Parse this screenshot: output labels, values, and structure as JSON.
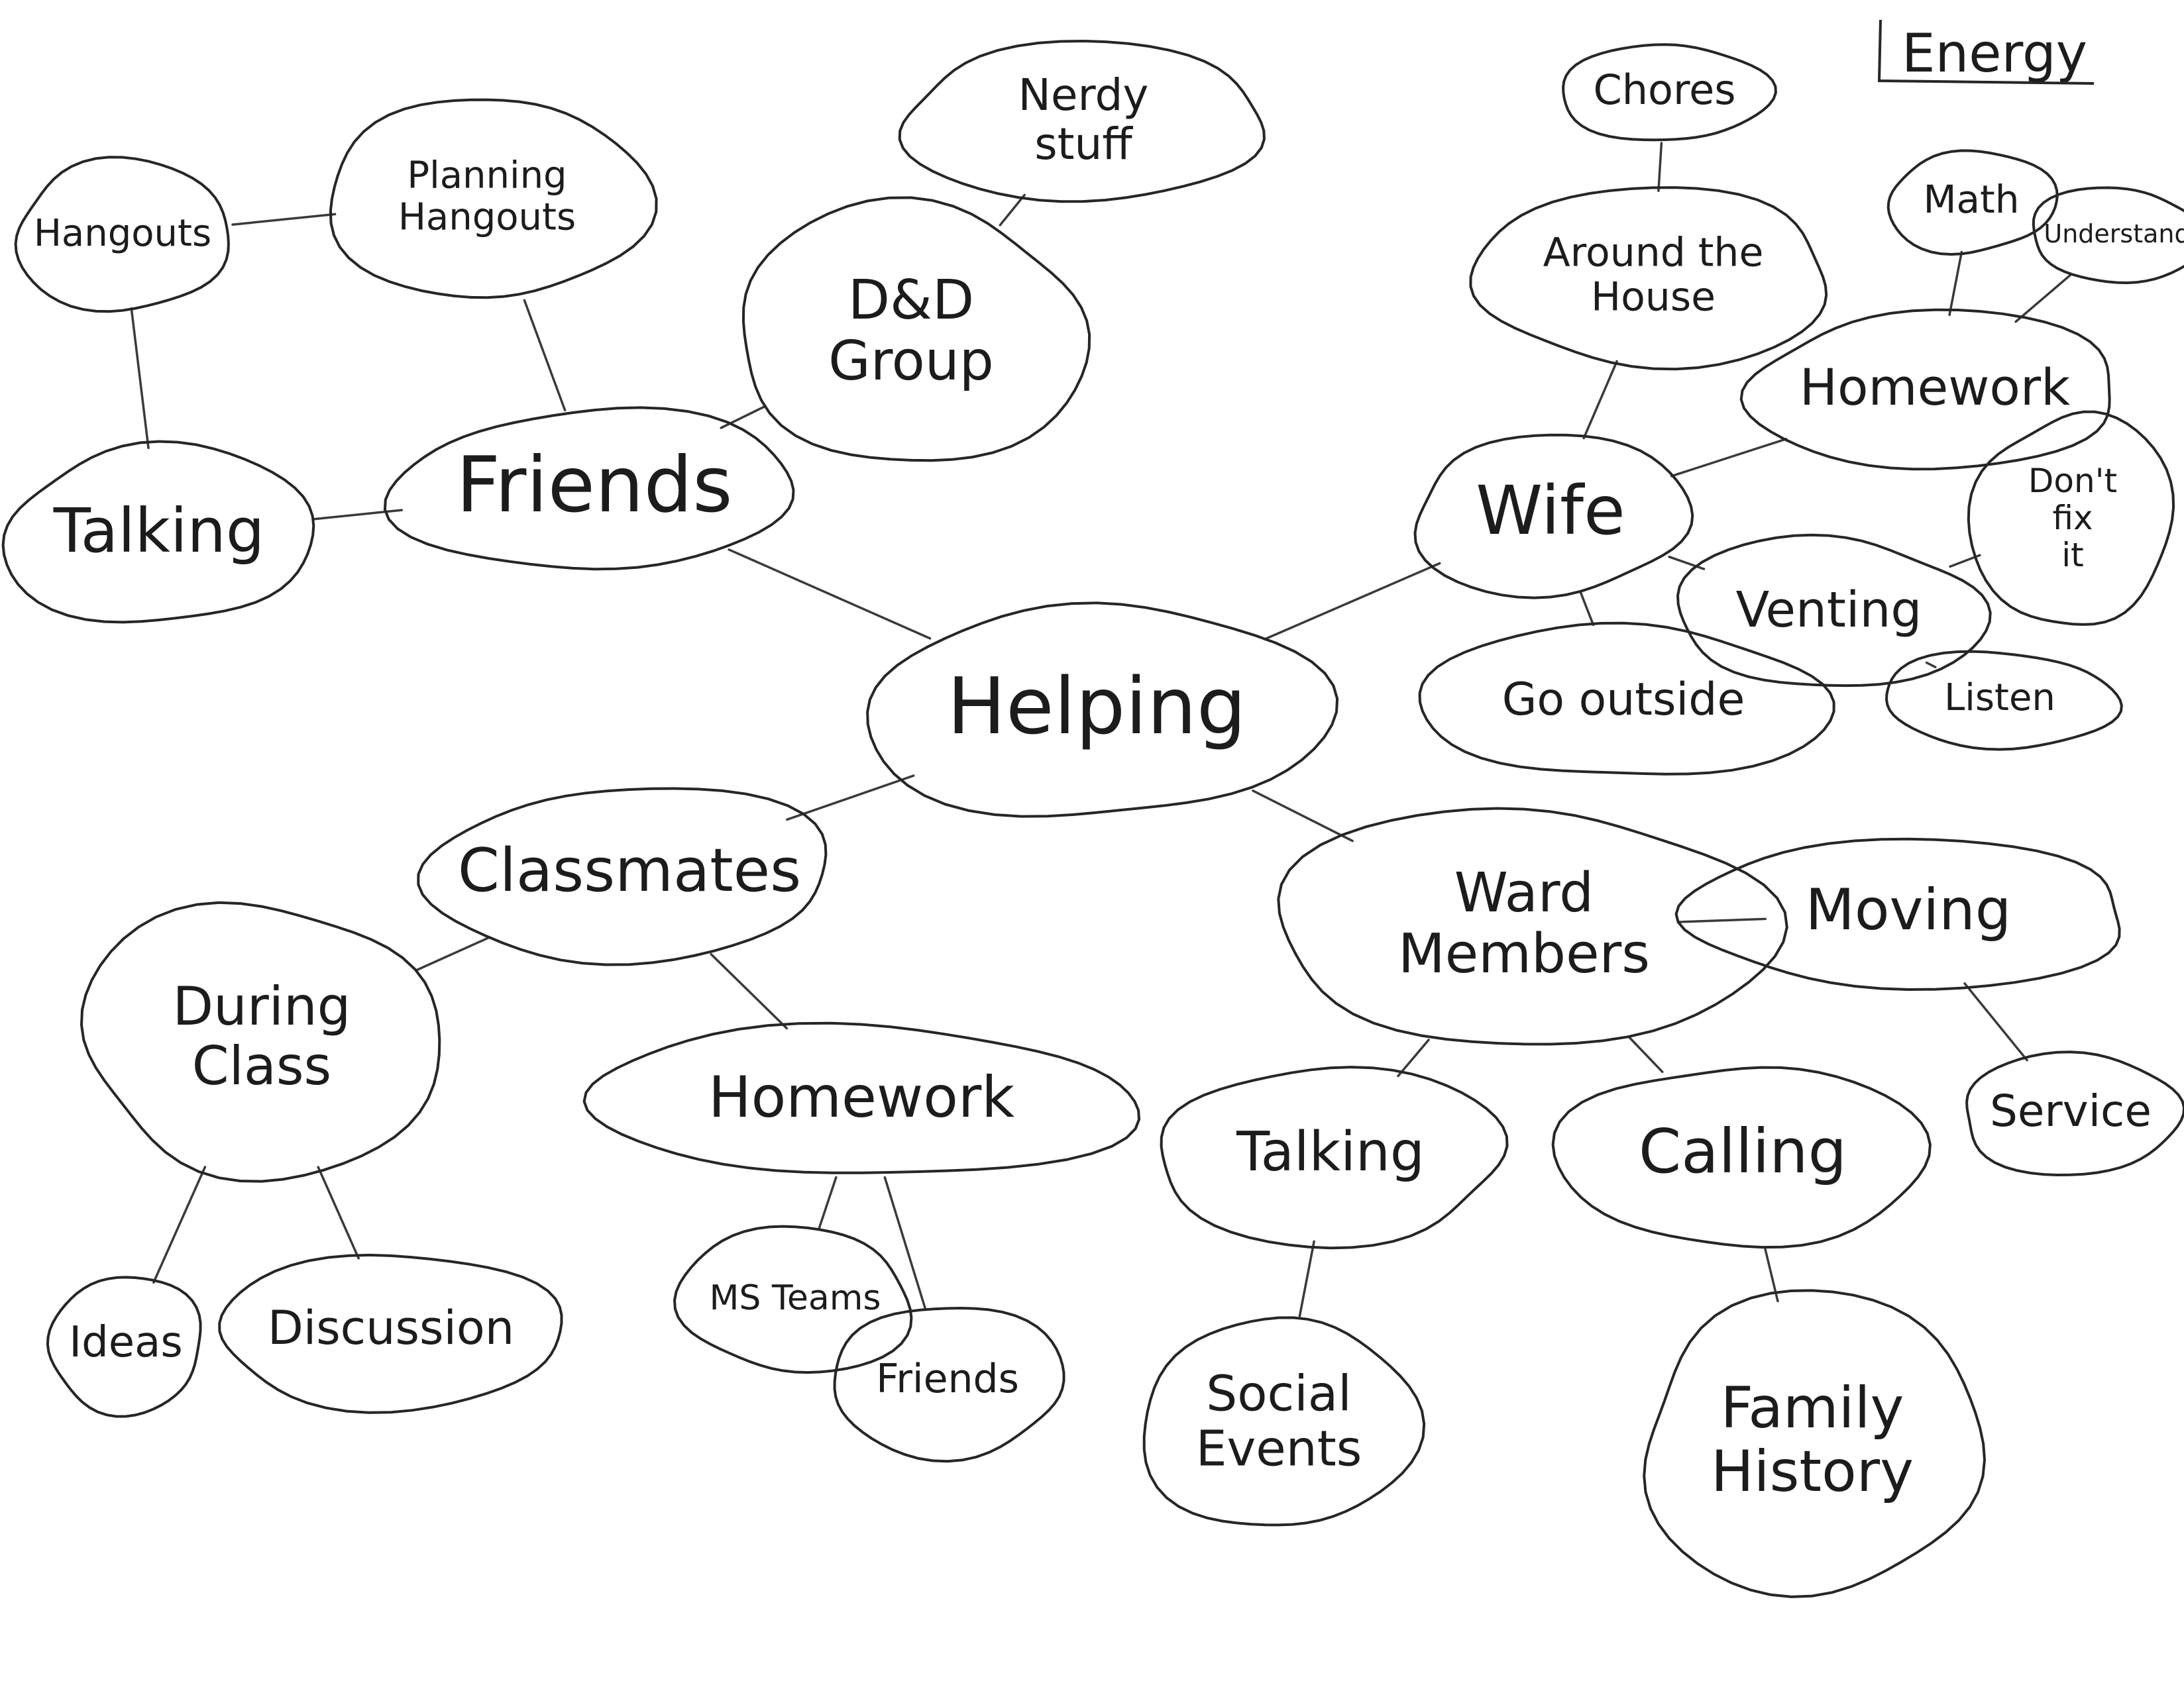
{
  "corner_note": {
    "label": "Energy"
  },
  "nodes": [
    {
      "id": "helping",
      "label": "Helping"
    },
    {
      "id": "friends",
      "label": "Friends"
    },
    {
      "id": "talking-friends",
      "label": "Talking"
    },
    {
      "id": "hangouts",
      "label": "Hangouts"
    },
    {
      "id": "planning-hangouts",
      "label": "Planning Hangouts"
    },
    {
      "id": "dnd-group",
      "label": "D&D Group"
    },
    {
      "id": "nerdy-stuff",
      "label": "Nerdy stuff"
    },
    {
      "id": "wife",
      "label": "Wife"
    },
    {
      "id": "around-the-house",
      "label": "Around the House"
    },
    {
      "id": "chores",
      "label": "Chores"
    },
    {
      "id": "homework-wife",
      "label": "Homework"
    },
    {
      "id": "math",
      "label": "Math"
    },
    {
      "id": "understand",
      "label": "Understand"
    },
    {
      "id": "dont-fix-it",
      "label": "Don't fix it"
    },
    {
      "id": "venting",
      "label": "Venting"
    },
    {
      "id": "listen",
      "label": "Listen"
    },
    {
      "id": "go-outside",
      "label": "Go outside"
    },
    {
      "id": "classmates",
      "label": "Classmates"
    },
    {
      "id": "during-class",
      "label": "During Class"
    },
    {
      "id": "ideas",
      "label": "Ideas"
    },
    {
      "id": "discussion",
      "label": "Discussion"
    },
    {
      "id": "homework-class",
      "label": "Homework"
    },
    {
      "id": "ms-teams",
      "label": "MS Teams"
    },
    {
      "id": "friends-class",
      "label": "Friends"
    },
    {
      "id": "ward-members",
      "label": "Ward Members"
    },
    {
      "id": "moving",
      "label": "Moving"
    },
    {
      "id": "service",
      "label": "Service"
    },
    {
      "id": "talking-ward",
      "label": "Talking"
    },
    {
      "id": "social-events",
      "label": "Social Events"
    },
    {
      "id": "calling",
      "label": "Calling"
    },
    {
      "id": "family-history",
      "label": "Family History"
    }
  ],
  "edges": [
    {
      "from": "helping",
      "to": "friends"
    },
    {
      "from": "friends",
      "to": "talking-friends"
    },
    {
      "from": "talking-friends",
      "to": "hangouts"
    },
    {
      "from": "hangouts",
      "to": "planning-hangouts"
    },
    {
      "from": "friends",
      "to": "planning-hangouts"
    },
    {
      "from": "friends",
      "to": "dnd-group"
    },
    {
      "from": "dnd-group",
      "to": "nerdy-stuff"
    },
    {
      "from": "helping",
      "to": "wife"
    },
    {
      "from": "wife",
      "to": "around-the-house"
    },
    {
      "from": "around-the-house",
      "to": "chores"
    },
    {
      "from": "wife",
      "to": "homework-wife"
    },
    {
      "from": "homework-wife",
      "to": "math"
    },
    {
      "from": "homework-wife",
      "to": "understand"
    },
    {
      "from": "wife",
      "to": "venting"
    },
    {
      "from": "venting",
      "to": "dont-fix-it"
    },
    {
      "from": "venting",
      "to": "listen"
    },
    {
      "from": "wife",
      "to": "go-outside"
    },
    {
      "from": "helping",
      "to": "classmates"
    },
    {
      "from": "classmates",
      "to": "during-class"
    },
    {
      "from": "during-class",
      "to": "ideas"
    },
    {
      "from": "during-class",
      "to": "discussion"
    },
    {
      "from": "classmates",
      "to": "homework-class"
    },
    {
      "from": "homework-class",
      "to": "ms-teams"
    },
    {
      "from": "homework-class",
      "to": "friends-class"
    },
    {
      "from": "helping",
      "to": "ward-members"
    },
    {
      "from": "ward-members",
      "to": "moving"
    },
    {
      "from": "moving",
      "to": "service"
    },
    {
      "from": "ward-members",
      "to": "talking-ward"
    },
    {
      "from": "talking-ward",
      "to": "social-events"
    },
    {
      "from": "ward-members",
      "to": "calling"
    },
    {
      "from": "calling",
      "to": "family-history"
    }
  ]
}
